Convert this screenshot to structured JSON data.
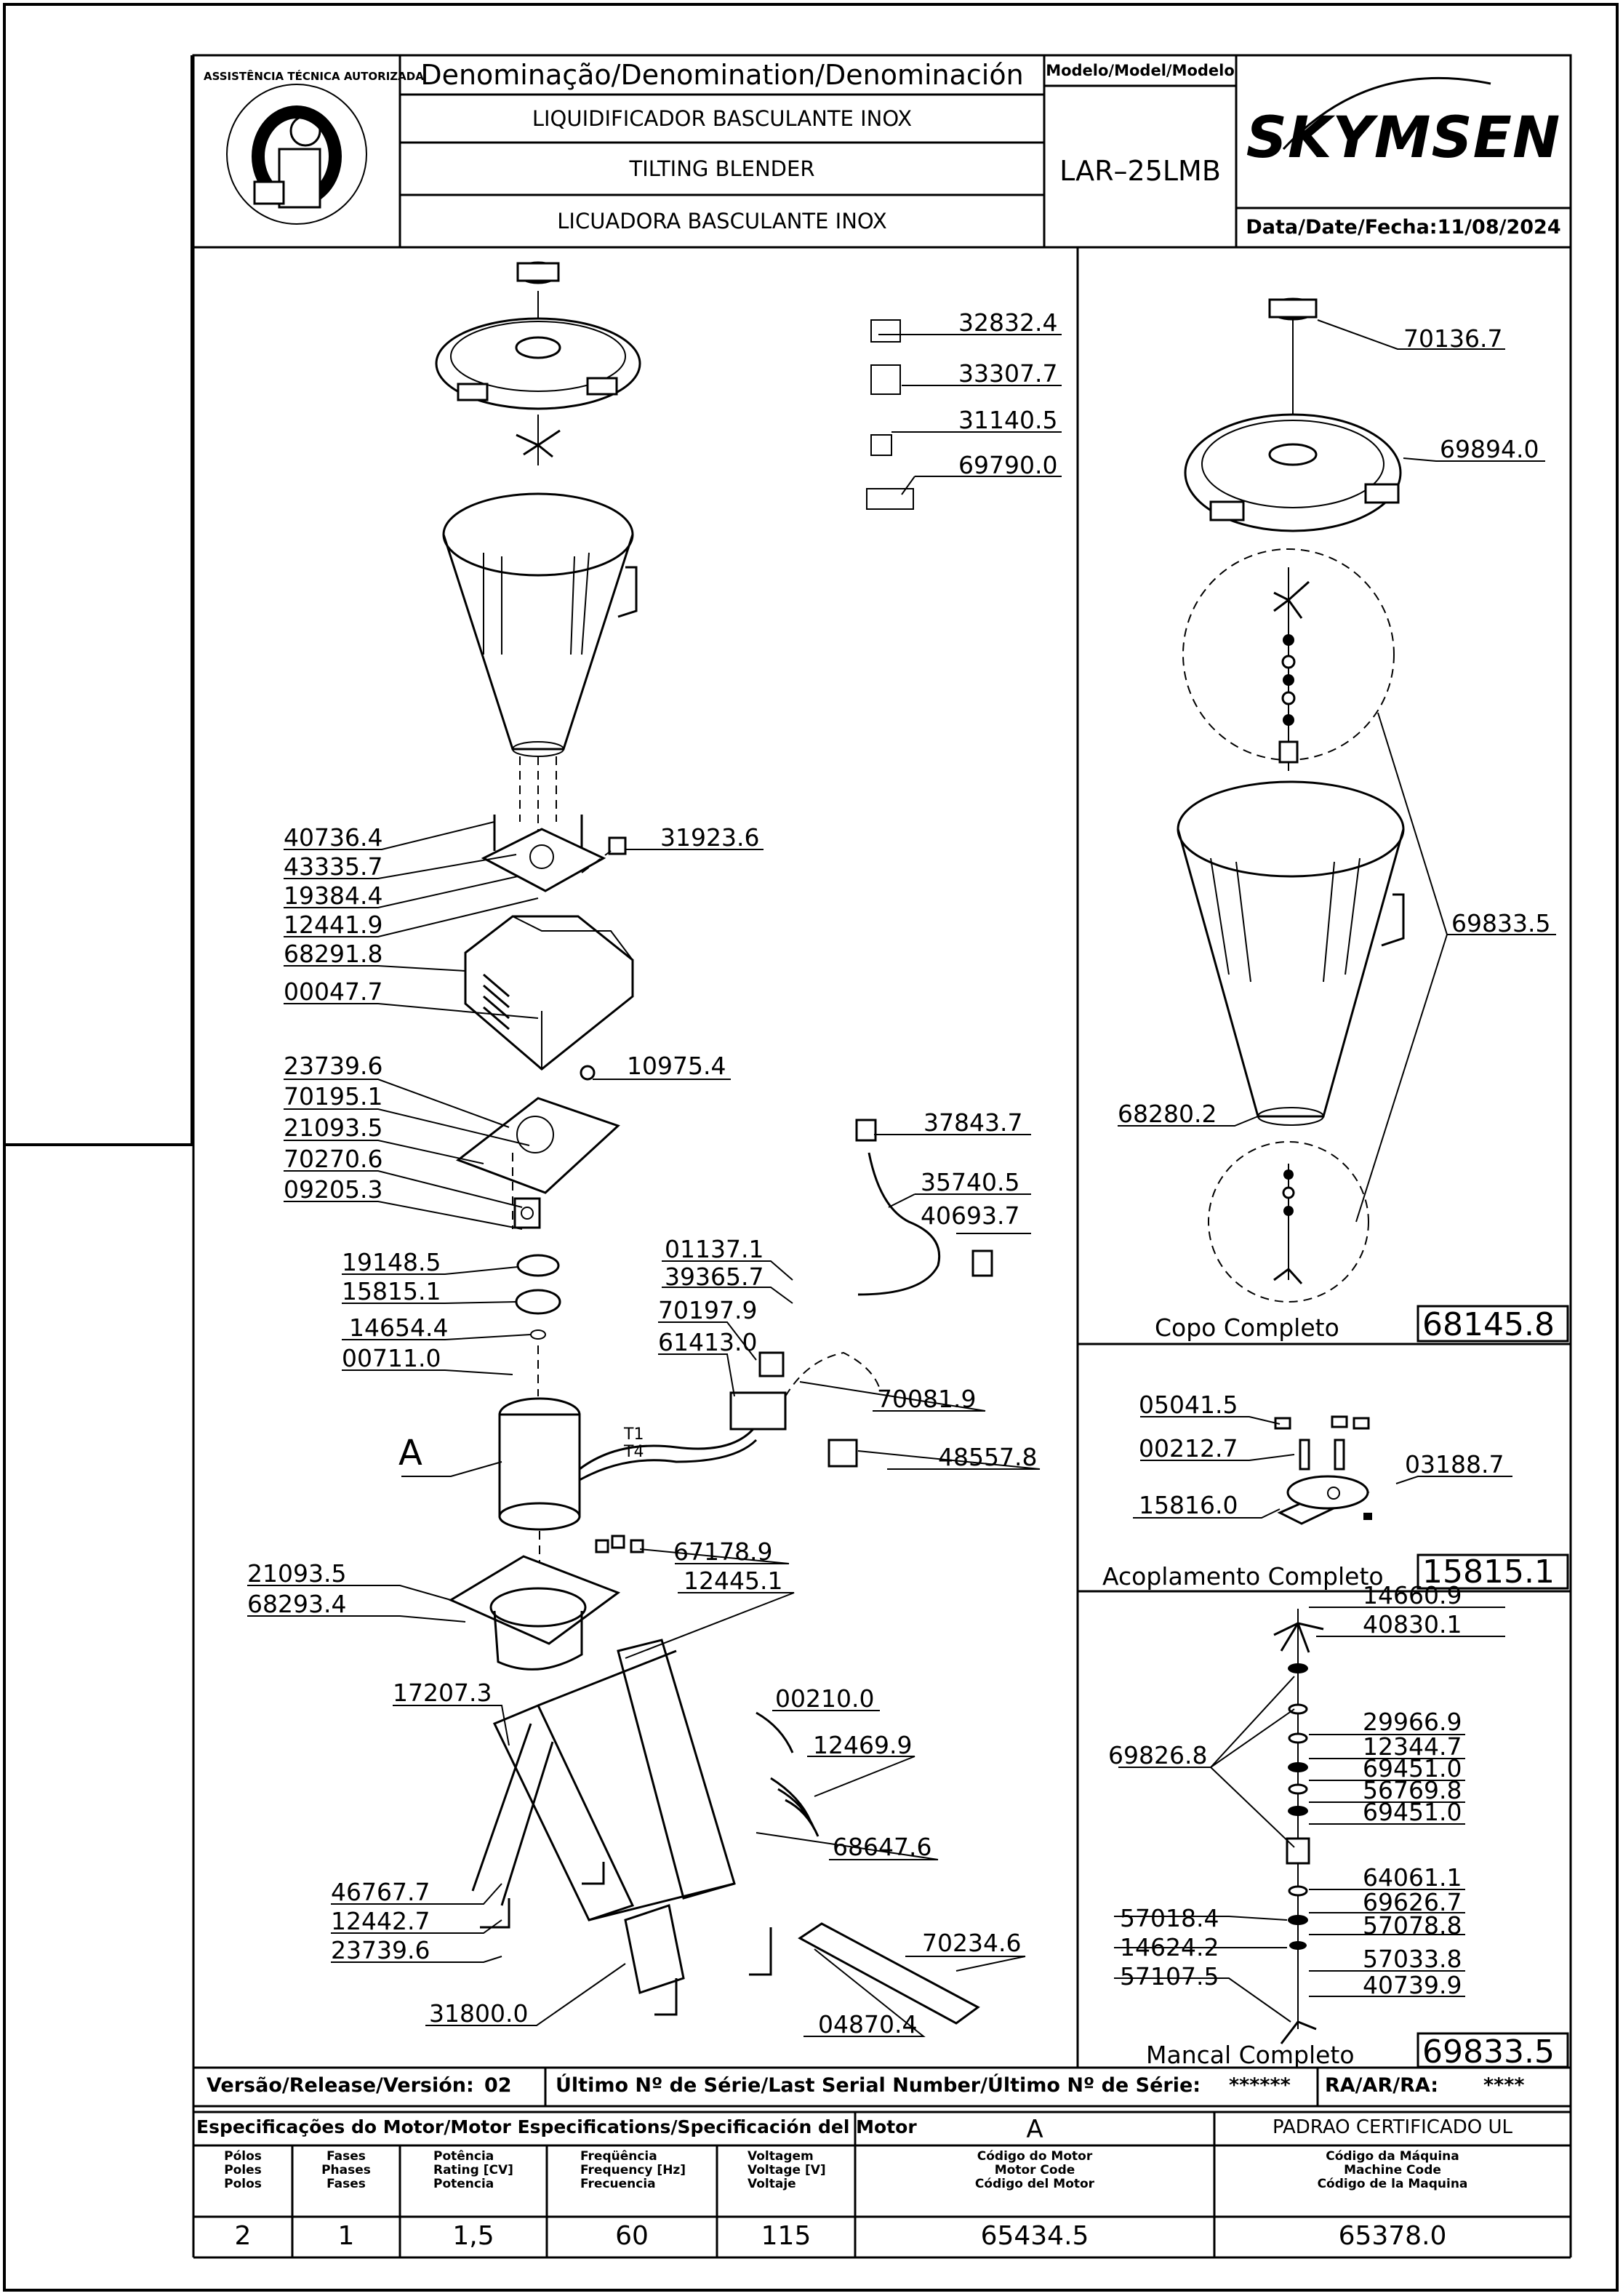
{
  "header": {
    "denomination_title": "Denominação/Denomination/Denominación",
    "name_pt": "LIQUIDIFICADOR  BASCULANTE  INOX",
    "name_en": "TILTING  BLENDER",
    "name_es": "LICUADORA  BASCULANTE  INOX",
    "model_title": "Modelo/Model/Modelo",
    "model": "LAR–25LMB",
    "brand": "SKYMSEN",
    "date": "Data/Date/Fecha:11/08/2024",
    "seal_text": "ASSISTÊNCIA TÉCNICA AUTORIZADA"
  },
  "parts_main": [
    "32832.4",
    "33307.7",
    "31140.5",
    "69790.0",
    "31923.6",
    "40736.4",
    "43335.7",
    "19384.4",
    "12441.9",
    "68291.8",
    "00047.7",
    "23739.6",
    "70195.1",
    "21093.5",
    "70270.6",
    "09205.3",
    "10975.4",
    "37843.7",
    "35740.5",
    "40693.7",
    "01137.1",
    "39365.7",
    "70197.9",
    "61413.0",
    "19148.5",
    "15815.1",
    "14654.4",
    "00711.0",
    "70081.9",
    "48557.8",
    "A",
    "67178.9",
    "21093.5",
    "68293.4",
    "12445.1",
    "17207.3",
    "00210.0",
    "12469.9",
    "68647.6",
    "46767.7",
    "12442.7",
    "23739.6",
    "70234.6",
    "31800.0",
    "04870.4"
  ],
  "motor_leads": [
    "T1",
    "T4"
  ],
  "copo": {
    "parts": [
      "70136.7",
      "69894.0",
      "69833.5",
      "68280.2"
    ],
    "label": "Copo  Completo",
    "code": "68145.8"
  },
  "acoplamento": {
    "parts": [
      "05041.5",
      "00212.7",
      "03188.7",
      "15816.0"
    ],
    "label": "Acoplamento  Completo",
    "code": "15815.1"
  },
  "mancal": {
    "parts": [
      "14660.9",
      "40830.1",
      "29966.9",
      "12344.7",
      "69451.0",
      "56769.8",
      "69451.0",
      "69826.8",
      "64061.1",
      "69626.7",
      "57018.4",
      "57078.8",
      "14624.2",
      "57033.8",
      "57107.5",
      "40739.9"
    ],
    "label": "Mancal  Completo",
    "code": "69833.5"
  },
  "footer": {
    "version_label": "Versão/Release/Versión:",
    "version": "02",
    "serial_label": "Último Nº de Série/Last Serial Number/Último Nº de Série:",
    "serial": "******",
    "ra_label": "RA/AR/RA:",
    "ra": "****",
    "motor_spec_title": "Especificações do Motor/Motor Especifications/Specificación del Motor",
    "motor_col_title": "A",
    "ul_title": "PADRAO  CERTIFICADO  UL",
    "headers": {
      "poles": [
        "Pólos",
        "Poles",
        "Polos"
      ],
      "phases": [
        "Fases",
        "Phases",
        "Fases"
      ],
      "power": [
        "Potência",
        "Rating [CV]",
        "Potencia"
      ],
      "freq": [
        "Freqüência",
        "Frequency [Hz]",
        "Frecuencia"
      ],
      "voltage": [
        "Voltagem",
        "Voltage [V]",
        "Voltaje"
      ],
      "motor_code": [
        "Código do Motor",
        "Motor Code",
        "Código del Motor"
      ],
      "machine_code": [
        "Código da Máquina",
        "Machine Code",
        "Código de la Maquina"
      ]
    },
    "values": {
      "poles": "2",
      "phases": "1",
      "power": "1,5",
      "freq": "60",
      "voltage": "115",
      "motor_code": "65434.5",
      "machine_code": "65378.0"
    }
  }
}
